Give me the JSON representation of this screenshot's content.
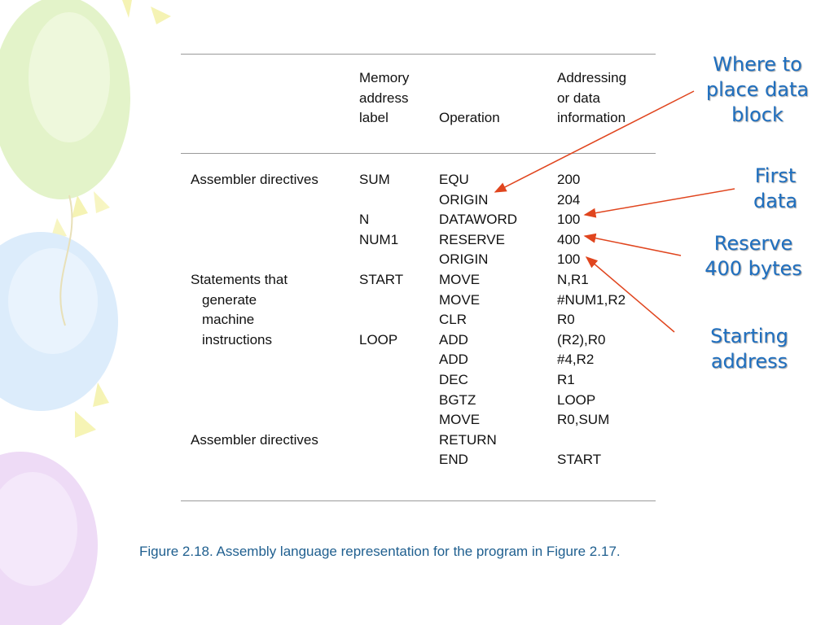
{
  "table": {
    "headers": {
      "label": [
        "Memory",
        "address",
        "label"
      ],
      "operation": "Operation",
      "addressing": [
        "Addressing",
        "or data",
        "information"
      ]
    },
    "rows": [
      {
        "section": "Assembler directives",
        "label": "SUM",
        "op": "EQU",
        "info": "200"
      },
      {
        "section": "",
        "label": "",
        "op": "ORIGIN",
        "info": "204"
      },
      {
        "section": "",
        "label": "N",
        "op": "DATAWORD",
        "info": "100"
      },
      {
        "section": "",
        "label": "NUM1",
        "op": "RESERVE",
        "info": "400"
      },
      {
        "section": "",
        "label": "",
        "op": "ORIGIN",
        "info": "100"
      },
      {
        "section": "Statements that",
        "label": "START",
        "op": "MOVE",
        "info": "N,R1"
      },
      {
        "section": "generate",
        "label": "",
        "op": "MOVE",
        "info": "#NUM1,R2"
      },
      {
        "section": "machine",
        "label": "",
        "op": "CLR",
        "info": "R0"
      },
      {
        "section": "instructions",
        "label": "LOOP",
        "op": "ADD",
        "info": "(R2),R0"
      },
      {
        "section": "",
        "label": "",
        "op": "ADD",
        "info": "#4,R2"
      },
      {
        "section": "",
        "label": "",
        "op": "DEC",
        "info": "R1"
      },
      {
        "section": "",
        "label": "",
        "op": "BGTZ",
        "info": "LOOP"
      },
      {
        "section": "",
        "label": "",
        "op": "MOVE",
        "info": "R0,SUM"
      },
      {
        "section": "Assembler directives",
        "label": "",
        "op": "RETURN",
        "info": ""
      },
      {
        "section": "",
        "label": "",
        "op": "END",
        "info": "START"
      }
    ]
  },
  "annotations": {
    "where": "Where to place data block",
    "first": "First data",
    "reserve": "Reserve 400 bytes",
    "starting": "Starting address"
  },
  "caption": "Figure 2.18.  Assembly language representation for the program in Figure 2.17.",
  "colors": {
    "annotation": "#1f6fbf",
    "arrow": "#e0451e",
    "caption": "#1f5f8f"
  }
}
